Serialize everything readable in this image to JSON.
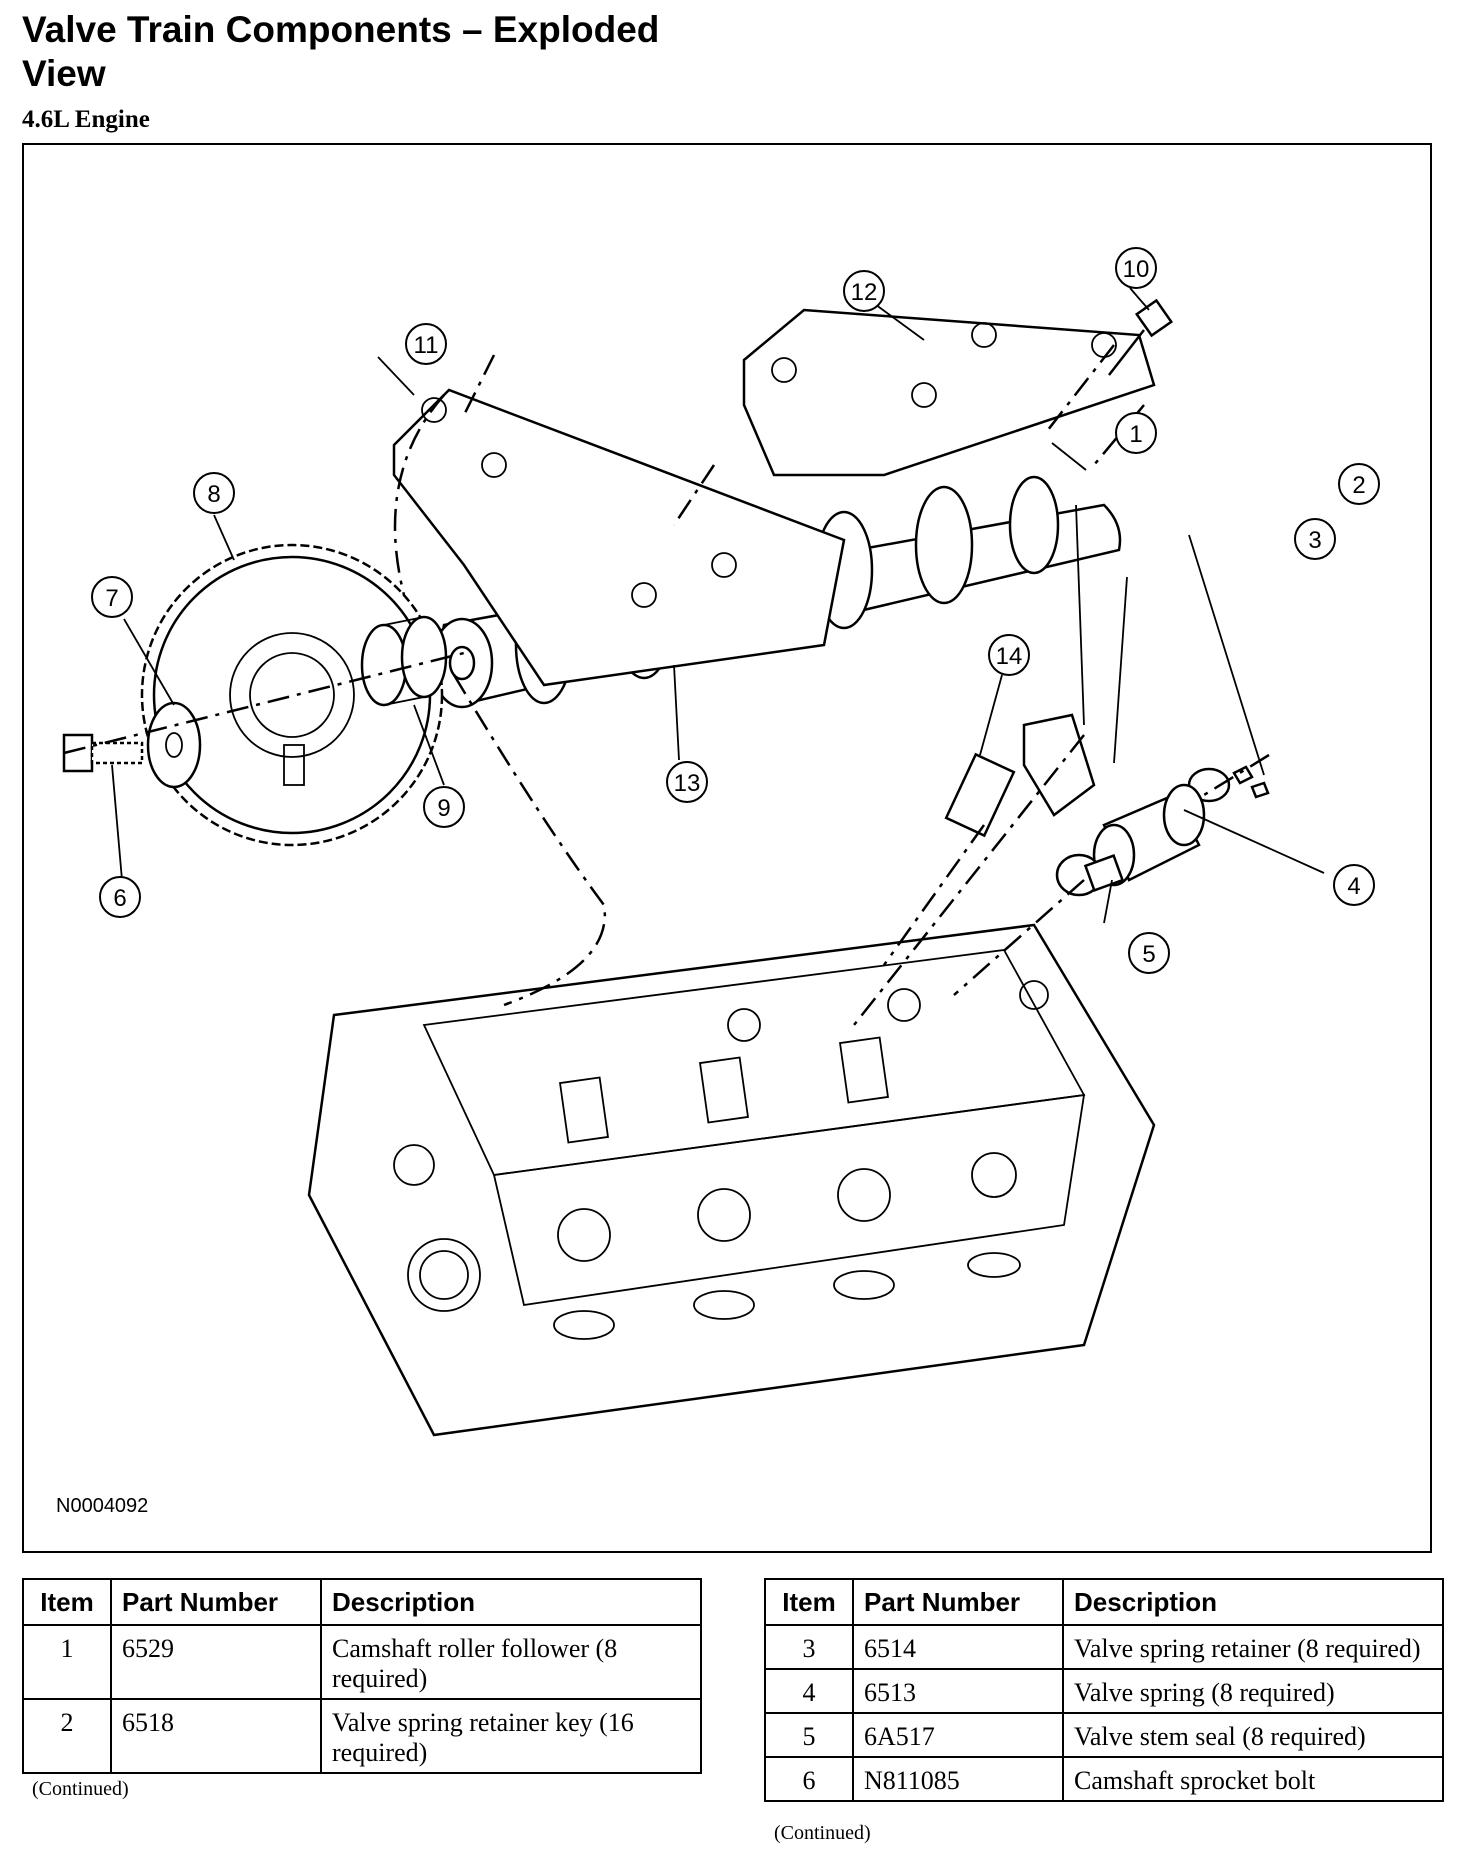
{
  "header": {
    "title": "Valve Train Components – Exploded View",
    "subtitle": "4.6L Engine"
  },
  "figure": {
    "id": "N0004092",
    "callouts": [
      "1",
      "2",
      "3",
      "4",
      "5",
      "6",
      "7",
      "8",
      "9",
      "10",
      "11",
      "12",
      "13",
      "14"
    ]
  },
  "table_columns": {
    "item": "Item",
    "part_number": "Part Number",
    "description": "Description"
  },
  "table_left": {
    "rows": [
      {
        "item": "1",
        "part_number": "6529",
        "description": "Camshaft roller follower (8 required)"
      },
      {
        "item": "2",
        "part_number": "6518",
        "description": "Valve spring retainer key (16 required)"
      }
    ],
    "note": "(Continued)"
  },
  "table_right": {
    "rows": [
      {
        "item": "3",
        "part_number": "6514",
        "description": "Valve spring retainer (8 required)"
      },
      {
        "item": "4",
        "part_number": "6513",
        "description": "Valve spring (8 required)"
      },
      {
        "item": "5",
        "part_number": "6A517",
        "description": "Valve stem seal (8 required)"
      },
      {
        "item": "6",
        "part_number": "N811085",
        "description": "Camshaft sprocket bolt"
      }
    ],
    "note": "(Continued)"
  }
}
